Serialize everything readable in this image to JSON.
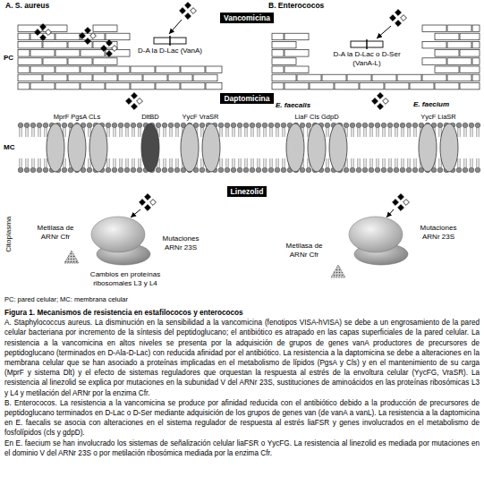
{
  "diagram": {
    "caption": "Figura 1. Mecanismos de resistencia en estafilococos y enterococos",
    "nodes": [
      {
        "text": [
          "Vancomicina"
        ]
      },
      {
        "text": [
          "Daptomicina"
        ]
      },
      {
        "text": [
          "Linezolid"
        ]
      }
    ],
    "labels": [
      "A. S. aureus",
      "B. Enterococos",
      "PC",
      "D-A la D-Lac (VanA)",
      "D-A la D-Lac o D-Ser (VanA-L)",
      "E. faecalis",
      "E. faecium",
      "MprF PgsA CLs",
      "DltBD",
      "YycF VraSR",
      "LiaF Cls GdpD",
      "YycF LiaSR",
      "MC",
      "Citoplasma",
      "Metilasa de ARNr Cfr",
      "Mutaciones ARNr 23S",
      "Cambios en proteínas ribosomales L3 y L4",
      "Metilasa de ARNr Cfr",
      "Mutaciones ARNr 23S",
      "PC: pared celular; MC: membrana celular",
      "A. Staphylococcus aureus. La disminución en la sensibilidad a la vancomicina (fenotipos VISA-hVISA) se debe a un engrosamiento de la pared celular bacteriana por incremento de la síntesis del peptidoglucano; el antibiótico es atrapado en las capas superficiales de la pared celular. La resistencia a la vancomicina en altos niveles se presenta por la adquisición de grupos de genes vanA productores de precursores de peptidoglucano (terminados en D-Ala-D-Lac) con reducida afinidad por el antibiótico. La resistencia a la daptomicina se debe a alteraciones en la membrana celular que se han asociado a proteínas implicadas en el metabolismo de lípidos (PgsA y Cls) y en el mantenimiento de su carga (MprF y sistema Dlt) y el efecto de sistemas reguladores que orquestan la respuesta al estrés de la envoltura celular (YycFG, VraSR). La resistencia al linezolid se explica por mutaciones en la subunidad V del ARNr 23S, sustituciones de aminoácidos en las proteínas ribosómicas L3 y L4 y metilación del ARNr por la enzima Cfr.",
      "B. Enterococos. La resistencia a la vancomicina se produce por afinidad reducida con el antibiótico debido a la producción de precursores de peptidoglucano terminados en D-Lac o D-Ser mediante adquisición de los grupos de genes van (de vanA a vanL). La resistencia a la daptomicina en E. faecalis se asocia con alteraciones en el sistema regulador de respuesta al estrés liaFSR y genes involucrados en el metabolismo de fosfolípidos (cls y gdpD).",
      "En E. faecium se han involucrado los sistemas de señalización celular liaFSR o YycFG. La resistencia al linezolid es mediada por mutaciones en el dominio V del ARNr 23S o por metilación ribosómica mediada por la enzima Cfr."
    ]
  }
}
